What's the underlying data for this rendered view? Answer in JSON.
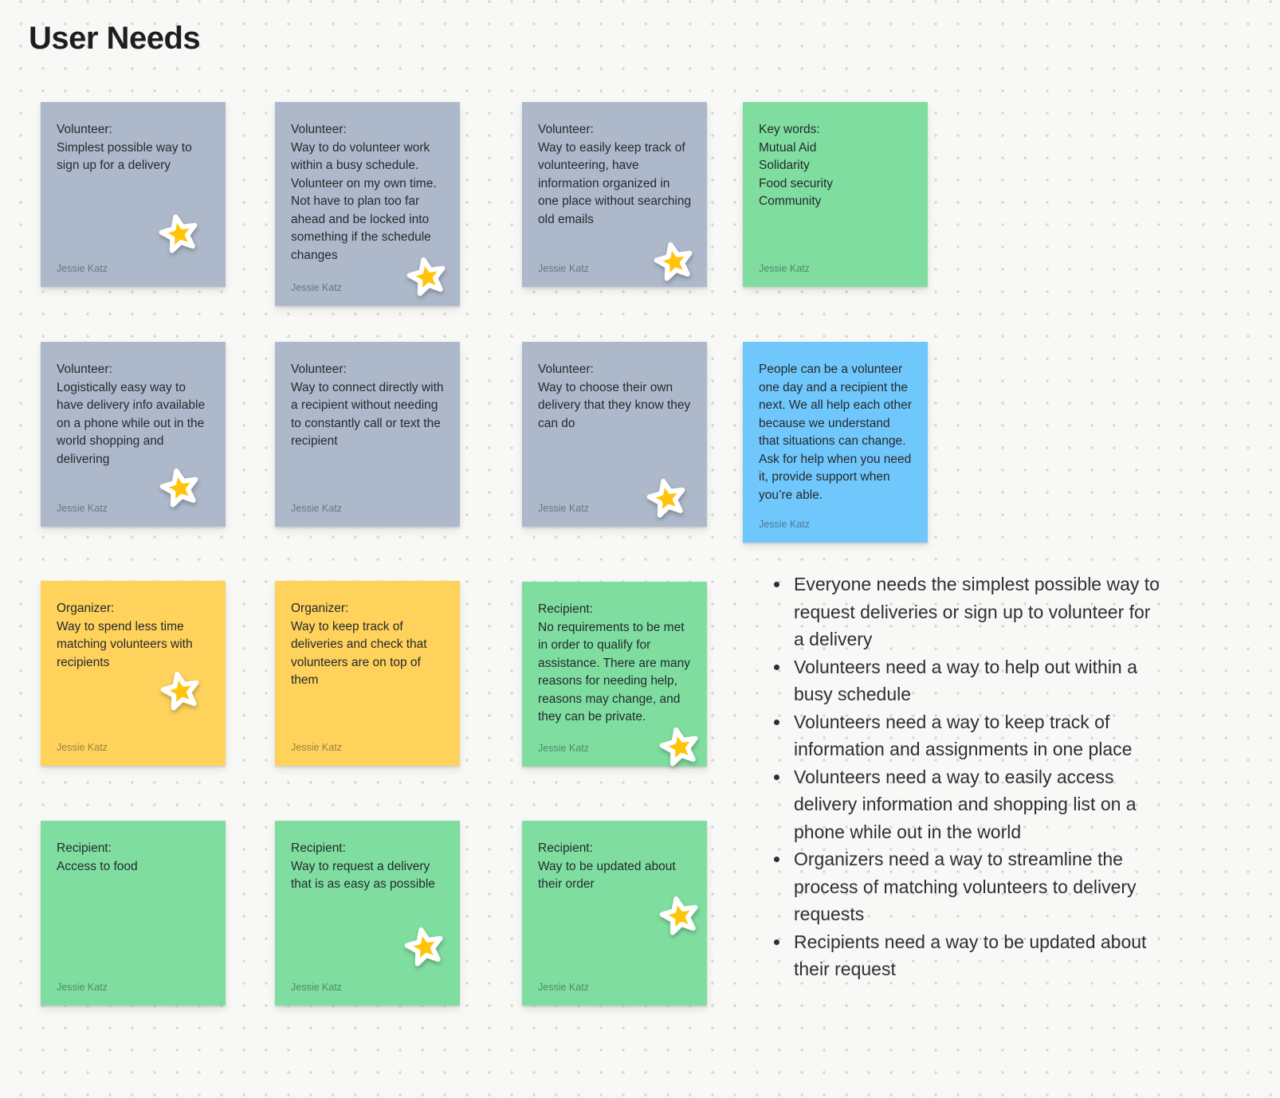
{
  "title": "User Needs",
  "notes": [
    {
      "color": "gray",
      "text": "Volunteer:\nSimplest possible way to sign up for a delivery",
      "author": "Jessie Katz",
      "starred": true
    },
    {
      "color": "gray",
      "text": "Volunteer:\nWay to do volunteer work within a busy schedule. Volunteer on my own time. Not have to plan too far ahead and be locked into something if the schedule changes",
      "author": "Jessie Katz",
      "starred": true
    },
    {
      "color": "gray",
      "text": "Volunteer:\nWay to easily keep track of volunteering, have information organized in one place without searching old emails",
      "author": "Jessie Katz",
      "starred": true
    },
    {
      "color": "green",
      "text": "Key words:\nMutual Aid\nSolidarity\nFood security\nCommunity",
      "author": "Jessie Katz",
      "starred": false
    },
    {
      "color": "gray",
      "text": "Volunteer:\nLogistically easy way to have delivery info available on a phone while out in the world shopping and delivering",
      "author": "Jessie Katz",
      "starred": true
    },
    {
      "color": "gray",
      "text": "Volunteer:\nWay to connect directly with a recipient without needing to constantly call or text the recipient",
      "author": "Jessie Katz",
      "starred": false
    },
    {
      "color": "gray",
      "text": "Volunteer:\nWay to choose their own delivery that they know they can do",
      "author": "Jessie Katz",
      "starred": true
    },
    {
      "color": "blue",
      "text": "People can be a volunteer one day and a recipient the next. We all help each other because we understand that situations can change. Ask for help when you need it, provide support when you’re able.",
      "author": "Jessie Katz",
      "starred": false
    },
    {
      "color": "yellow",
      "text": "Organizer:\nWay to spend less time matching volunteers with recipients",
      "author": "Jessie Katz",
      "starred": true
    },
    {
      "color": "yellow",
      "text": "Organizer:\nWay to keep track of deliveries and check that volunteers are on top of them",
      "author": "Jessie Katz",
      "starred": false
    },
    {
      "color": "green",
      "text": "Recipient:\nNo requirements to be met in order to qualify for assistance. There are many reasons for needing help, reasons may change, and they can be private.",
      "author": "Jessie Katz",
      "starred": true
    },
    {
      "color": "green",
      "text": "Recipient:\nAccess to food",
      "author": "Jessie Katz",
      "starred": false
    },
    {
      "color": "green",
      "text": "Recipient:\nWay to request a delivery that is as easy as possible",
      "author": "Jessie Katz",
      "starred": true
    },
    {
      "color": "green",
      "text": "Recipient:\nWay to be updated about their order",
      "author": "Jessie Katz",
      "starred": true
    }
  ],
  "summary": {
    "bullets": [
      "Everyone needs the simplest possible way to request deliveries or sign up to volunteer for a delivery",
      "Volunteers need a way to help out within a busy schedule",
      "Volunteers need a way to keep track of information and assignments in one place",
      "Volunteers need a way to easily access delivery information and shopping list on a phone while out in the world",
      "Organizers need a way to streamline the process of matching volunteers to delivery requests",
      "Recipients need a way to be updated about their request"
    ]
  },
  "colors": {
    "canvas": "#F8F8F6",
    "dot_grid": "#D6D6D2",
    "note_gray": "#ADB9CA",
    "note_green": "#7FDE9F",
    "note_blue": "#70C7FB",
    "note_yellow": "#FFD25C",
    "star_fill": "#FFC408",
    "star_outline": "#FFFFFF"
  },
  "icons": {
    "star_stamp": "star-icon"
  }
}
